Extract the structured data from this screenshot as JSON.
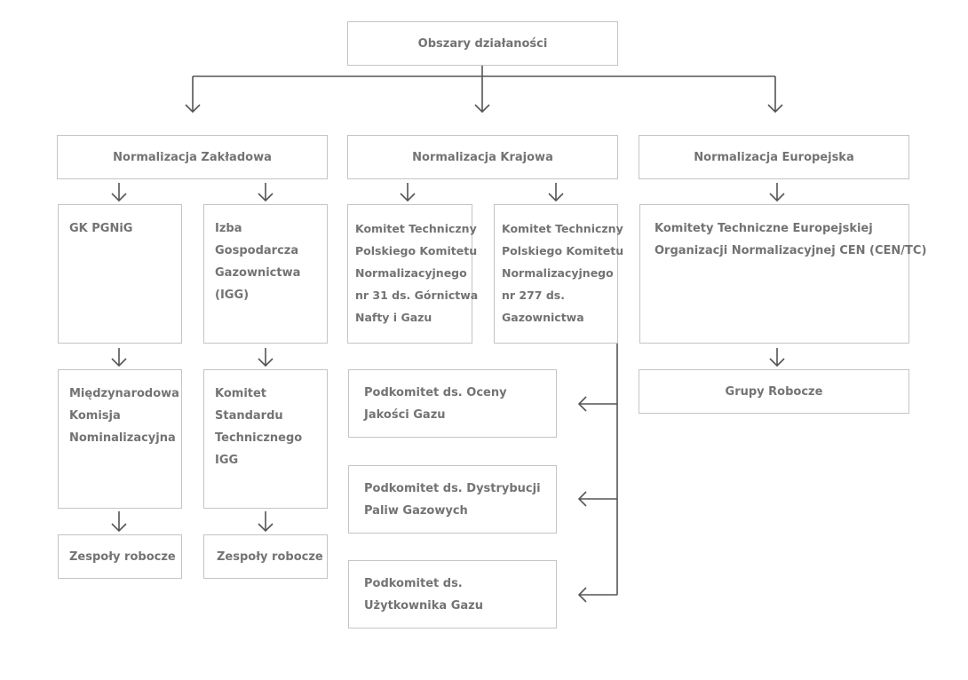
{
  "root": {
    "label": "Obszary działaności"
  },
  "categories": {
    "zakladowa": "Normalizacja Zakładowa",
    "krajowa": "Normalizacja Krajowa",
    "europejska": "Normalizacja Europejska"
  },
  "nodes": {
    "gk_pgnig": [
      "GK PGNiG"
    ],
    "igg": [
      "Izba",
      "Gospodarcza",
      "Gazownictwa",
      "(IGG)"
    ],
    "kt31": [
      "Komitet Techniczny",
      "Polskiego Komitetu",
      "Normalizacyjnego",
      "nr 31 ds. Górnictwa",
      "Nafty i Gazu"
    ],
    "kt277": [
      "Komitet Techniczny",
      "Polskiego Komitetu",
      "Normalizacyjnego",
      "nr 277 ds.",
      "Gazownictwa"
    ],
    "cen": [
      "Komitety Techniczne Europejskiej",
      "Organizacji Normalizacyjnej CEN (CEN/TC)"
    ],
    "mkn": [
      "Międzynarodowa",
      "Komisja",
      "Nominalizacyjna"
    ],
    "kst": [
      "Komitet",
      "Standardu",
      "Technicznego",
      "IGG"
    ],
    "zespoly1": "Zespoły robocze",
    "zespoly2": "Zespoły robocze",
    "grupy": "Grupy Robocze",
    "pod_oceny": [
      "Podkomitet ds. Oceny",
      "Jakości Gazu"
    ],
    "pod_dystr": [
      "Podkomitet ds. Dystrybucji",
      "Paliw Gazowych"
    ],
    "pod_uzytk": [
      "Podkomitet ds.",
      "Użytkownika Gazu"
    ]
  },
  "colors": {
    "border": "#c4c4c4",
    "text": "#737373",
    "connector": "#555555"
  }
}
